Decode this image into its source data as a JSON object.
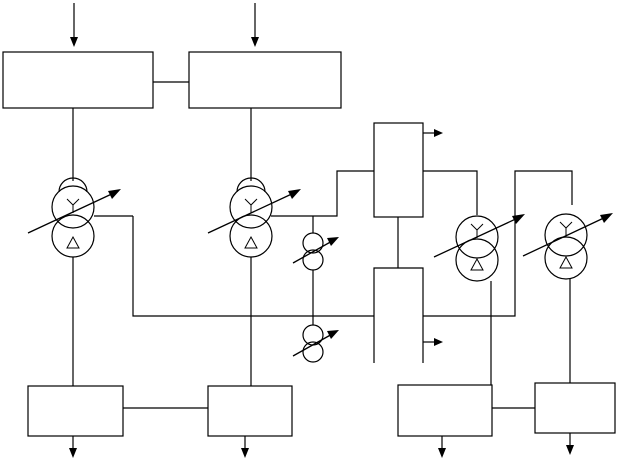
{
  "diagram": {
    "kind": "power-system-single-line",
    "blocks": [
      {
        "id": "system-a",
        "label": ""
      },
      {
        "id": "system-b",
        "label": ""
      },
      {
        "id": "busbar-upper",
        "label": ""
      },
      {
        "id": "busbar-lower",
        "label": ""
      },
      {
        "id": "load-1",
        "label": ""
      },
      {
        "id": "load-2",
        "label": ""
      },
      {
        "id": "load-3",
        "label": ""
      },
      {
        "id": "load-4",
        "label": ""
      }
    ],
    "transformers": [
      {
        "id": "t1",
        "type": "three-winding",
        "windings": [
          "wye",
          "delta"
        ],
        "adjustable": true
      },
      {
        "id": "t2",
        "type": "three-winding",
        "windings": [
          "wye",
          "delta"
        ],
        "adjustable": true
      },
      {
        "id": "t3",
        "type": "two-winding",
        "adjustable": true
      },
      {
        "id": "t4",
        "type": "two-winding",
        "adjustable": true
      },
      {
        "id": "t5",
        "type": "three-winding",
        "windings": [
          "wye",
          "delta"
        ],
        "adjustable": true
      },
      {
        "id": "t6",
        "type": "three-winding",
        "windings": [
          "wye",
          "delta"
        ],
        "adjustable": true
      }
    ],
    "colors": {
      "stroke": "#000000",
      "background": "#ffffff"
    }
  }
}
